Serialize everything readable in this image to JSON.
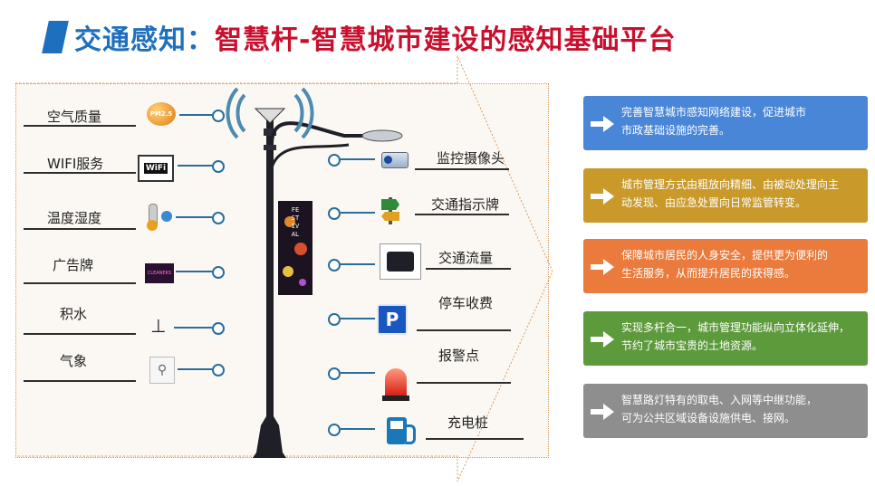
{
  "title": {
    "prefix": "交通感知：",
    "main": "智慧杆-智慧城市建设的感知基础平台"
  },
  "left_items": [
    "空气质量",
    "WIFI服务",
    "温度湿度",
    "广告牌",
    "积水",
    "气象"
  ],
  "right_items": [
    "监控摄像头",
    "交通指示牌",
    "交通流量",
    "停车收费",
    "报警点",
    "充电桩"
  ],
  "icons": {
    "air": "PM2.5",
    "wifi": "WiFi",
    "parking": "P",
    "billboard": "CLEANERS",
    "pole_banner": "FESTIVAL"
  },
  "cards": [
    {
      "line1": "完善智慧城市感知网络建设，促进城市",
      "line2": "市政基础设施的完善。",
      "color": "#4a86d8"
    },
    {
      "line1": "城市管理方式由粗放向精细、由被动处理向主",
      "line2": "动发现、由应急处置向日常监管转变。",
      "color": "#c99a2a"
    },
    {
      "line1": "保障城市居民的人身安全，提供更为便利的",
      "line2": "生活服务，从而提升居民的获得感。",
      "color": "#ea7b3c"
    },
    {
      "line1": "实现多杆合一，城市管理功能纵向立体化延伸，",
      "line2": "节约了城市宝贵的土地资源。",
      "color": "#5d9a3c"
    },
    {
      "line1": "智慧路灯特有的取电、入网等中继功能，",
      "line2": "可为公共区域设备设施供电、接网。",
      "color": "#8e8e8e"
    }
  ]
}
